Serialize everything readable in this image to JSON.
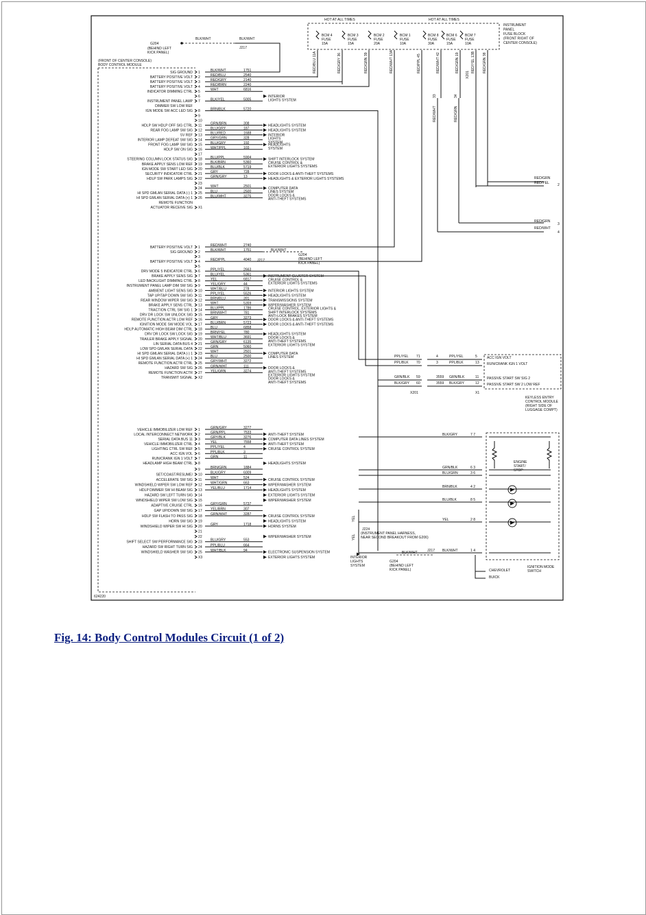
{
  "figure": {
    "caption": "Fig. 14: Body Control Modules Circuit (1 of 2)",
    "code": "624220"
  },
  "top": {
    "hot_at_all_times": "HOT AT ALL TIMES",
    "fuses_left": [
      {
        "name": "BCM 4",
        "fuse": "FUSE",
        "amp": "15A"
      },
      {
        "name": "BCM 3",
        "fuse": "FUSE",
        "amp": "15A"
      },
      {
        "name": "BCM 2",
        "fuse": "FUSE",
        "amp": "20A"
      },
      {
        "name": "BCM 1",
        "fuse": "FUSE",
        "amp": "10A"
      }
    ],
    "fuses_right": [
      {
        "name": "BCM 8",
        "fuse": "FUSE",
        "amp": "30A"
      },
      {
        "name": "BCM 6",
        "fuse": "FUSE",
        "amp": "15A"
      },
      {
        "name": "BCM 7",
        "fuse": "FUSE",
        "amp": "10A"
      }
    ],
    "fuse_block": [
      "INSTRUMENT",
      "PANEL",
      "FUSE BLOCK",
      "(FRONT RIGHT OF",
      "CENTER CONSOLE)"
    ],
    "vertical_wires": [
      {
        "color": "RED/BLU",
        "num": "11A"
      },
      {
        "color": "RED/GRY",
        "num": "36"
      },
      {
        "color": "RED/GRN",
        "num": "39"
      },
      {
        "color": "RED/WHT",
        "num": "13A"
      },
      {
        "color": "RED/PPL",
        "num": "45"
      },
      {
        "color": "RED/WHT",
        "num": "42"
      },
      {
        "color": "RED/GRN",
        "num": "19"
      },
      {
        "color": "RED/YEL",
        "num": "13B"
      },
      {
        "color": "RED/GRN",
        "num": "38"
      }
    ],
    "x201_wires": [
      {
        "pin": "33",
        "color": "RED/WHT"
      },
      {
        "pin": "34",
        "color": "RED/GRN"
      }
    ],
    "x201": "X201"
  },
  "ground_top": {
    "label": "G204",
    "location": [
      "(BEHIND LEFT",
      "KICK PANEL)"
    ],
    "wire1": "BLK/WHT",
    "wire2": "BLK/WHT",
    "splice": "J217"
  },
  "bcm": {
    "label1": "(FRONT OF CENTER CONSOLE)",
    "label2": "BODY CONTROL MODULE"
  },
  "right_outputs": [
    {
      "color": "RED/GRN",
      "pin": ""
    },
    {
      "color": "RED/YEL",
      "pin": "2"
    },
    {
      "color": "RED/GRN",
      "pin": "3"
    },
    {
      "color": "RED/WHT",
      "pin": "4"
    }
  ],
  "rows": [
    {
      "label": "SIG GROUND",
      "pin": "1",
      "color": "BLK/WHT",
      "circuit": "1751"
    },
    {
      "label": "BATTERY POSITIVE VOLT",
      "pin": "2",
      "color": "RED/BLU",
      "circuit": "2540"
    },
    {
      "label": "BATTERY POSITIVE VOLT",
      "pin": "3",
      "color": "RED/GRY",
      "circuit": "2140"
    },
    {
      "label": "BATTERY POSITIVE VOLT",
      "pin": "4",
      "color": "RED/BRN",
      "circuit": "2240"
    },
    {
      "label": "INDICATOR DIMMING CTRL",
      "pin": "5",
      "color": "WHT",
      "circuit": "6816"
    },
    {
      "label": "",
      "pin": "6",
      "color": "",
      "circuit": ""
    },
    {
      "label": "INSTRUMENT PANEL LAMP",
      "pin": "7",
      "color": "BLK/YEL",
      "circuit": "5005"
    },
    {
      "label": "DIMMER SW LOW REF",
      "pin": "",
      "color": "",
      "circuit": ""
    },
    {
      "label": "IGN MODE SW ACC LED SIG",
      "pin": "8",
      "color": "BRN/BLK",
      "circuit": "5720"
    },
    {
      "label": "",
      "pin": "9",
      "color": "",
      "circuit": ""
    },
    {
      "label": "",
      "pin": "10",
      "color": "",
      "circuit": ""
    },
    {
      "label": "HDLP SW HDLP OFF SIG CTRL",
      "pin": "11",
      "color": "GRN/BRN",
      "circuit": "308"
    },
    {
      "label": "REAR FOG LAMP SW SIG",
      "pin": "12",
      "color": "BLU/GRY",
      "circuit": "187"
    },
    {
      "label": "5V REF",
      "pin": "13",
      "color": "BLU/RED",
      "circuit": "1688"
    },
    {
      "label": "INTERIOR LAMP DEFEAT SW SIG",
      "pin": "14",
      "color": "GRY/GRN",
      "circuit": "328"
    },
    {
      "label": "FRONT FOG LAMP SW SIG",
      "pin": "15",
      "color": "BLU/GRY",
      "circuit": "192"
    },
    {
      "label": "HDLP SW ON SIG",
      "pin": "16",
      "color": "WHT/PPL",
      "circuit": "103"
    },
    {
      "label": "",
      "pin": "17",
      "color": "",
      "circuit": ""
    },
    {
      "label": "STEERING COLUMN LOCK STATUS SIG",
      "pin": "18",
      "color": "BLU/PPL",
      "circuit": "5904"
    },
    {
      "label": "BRAKE APPLY SENS LOW REF",
      "pin": "19",
      "color": "BLK/BRN",
      "circuit": "5360"
    },
    {
      "label": "IGN MODE SW START LED SIG",
      "pin": "20",
      "color": "BLU/BLK",
      "circuit": "5719"
    },
    {
      "label": "SECURITY INDICATOR CTRL",
      "pin": "21",
      "color": "GRY",
      "circuit": "728"
    },
    {
      "label": "HDLP SW PARK LAMPS SIG",
      "pin": "22",
      "color": "GRN/GRY",
      "circuit": "13"
    },
    {
      "label": "",
      "pin": "23",
      "color": "",
      "circuit": ""
    },
    {
      "label": "",
      "pin": "24",
      "color": "WHT",
      "circuit": "2501"
    },
    {
      "label": "HI SPD GMLAN SERIAL DATA (-) 1",
      "pin": "25",
      "color": "BLU",
      "circuit": "2500"
    },
    {
      "label": "HI SPD GMLAN SERIAL DATA (+) 1",
      "pin": "26",
      "color": "BLU/WHT",
      "circuit": "3275"
    },
    {
      "label": "REMOTE FUNCTION",
      "pin": "",
      "color": "",
      "circuit": ""
    },
    {
      "label": "ACTUATOR RECEIVE SIG",
      "pin": "X1",
      "color": "",
      "circuit": ""
    },
    {
      "label": "BATTERY POSITIVE VOLT",
      "pin": "1",
      "color": "RED/WHT",
      "circuit": "2740"
    },
    {
      "label": "SIG GROUND",
      "pin": "2",
      "color": "BLK/WHT",
      "circuit": "1751"
    },
    {
      "label": "",
      "pin": "3",
      "color": "",
      "circuit": ""
    },
    {
      "label": "BATTERY POSITIVE VOLT",
      "pin": "4",
      "color": "RED/PPL",
      "circuit": "4040"
    },
    {
      "label": "",
      "pin": "5",
      "color": "",
      "circuit": ""
    },
    {
      "label": "DRV MODE 5 INDICATOR CTRL",
      "pin": "6",
      "color": "PPL/YEL",
      "circuit": "2663"
    },
    {
      "label": "BRAKE APPLY SENS SIG",
      "pin": "7",
      "color": "BLU/YEL",
      "circuit": "5361"
    },
    {
      "label": "LED BACKLIGHT DIMMING CTRL",
      "pin": "8",
      "color": "YEL",
      "circuit": "6817"
    },
    {
      "label": "INSTRUMENT PANEL LAMP DIM SW SIG",
      "pin": "9",
      "color": "YEL/GRY",
      "circuit": "44"
    },
    {
      "label": "AMBIENT LIGHT SENS SIG",
      "pin": "10",
      "color": "WHT/BLU",
      "circuit": "278"
    },
    {
      "label": "TAP UP/TAP DOWN SW SIG",
      "pin": "11",
      "color": "PPL/YEL",
      "circuit": "5526"
    },
    {
      "label": "REAR WINDOW WIPER SW SIG",
      "pin": "12",
      "color": "BRN/BLU",
      "circuit": "391"
    },
    {
      "label": "BRAKE APPLY SENS CTRL",
      "pin": "13",
      "color": "WHT",
      "circuit": "5359"
    },
    {
      "label": "TRACTION CTRL SW SIG 1",
      "pin": "14",
      "color": "BLU/PPL",
      "circuit": "1786"
    },
    {
      "label": "DRV DR LOCK SW UNLOCK SIG",
      "pin": "15",
      "color": "BRN/WHT",
      "circuit": "781"
    },
    {
      "label": "REMOTE FUNCTION ACTR LOW REF",
      "pin": "16",
      "color": "GRY",
      "circuit": "3273"
    },
    {
      "label": "IGNITION MODE SW MODE VOL",
      "pin": "17",
      "color": "BLU/BRN",
      "circuit": "5723"
    },
    {
      "label": "HDLP AUTOMATIC HIGH BEAM DIM CTRL",
      "pin": "18",
      "color": "BLU",
      "circuit": "6858"
    },
    {
      "label": "DRV DR LOCK SW LOCK SIG",
      "pin": "19",
      "color": "BRN/YEL",
      "circuit": "780"
    },
    {
      "label": "TRAILER BRAKE APPLY SIGNAL",
      "pin": "20",
      "color": "WHT/BLU",
      "circuit": "3691"
    },
    {
      "label": "LIN SERIAL DATA BUS 4",
      "pin": "21",
      "color": "GRN/GRY",
      "circuit": "6135"
    },
    {
      "label": "LOW SPD GMLAN SERIAL DATA",
      "pin": "22",
      "color": "GRN",
      "circuit": "5060"
    },
    {
      "label": "HI SPD GMLAN SERIAL DATA (-) 1",
      "pin": "23",
      "color": "WHT",
      "circuit": "2501"
    },
    {
      "label": "HI SPD GMLAN SERIAL DATA (+) 1",
      "pin": "24",
      "color": "BLU",
      "circuit": "2500"
    },
    {
      "label": "REMOTE FUNCTION ACTR CTRL",
      "pin": "25",
      "color": "GRY/WHT",
      "circuit": "3272"
    },
    {
      "label": "HAZARD SW SIG",
      "pin": "26",
      "color": "GRN/WHT",
      "circuit": "111"
    },
    {
      "label": "REMOTE FUNCTION ACTR",
      "pin": "27",
      "color": "YEL/GRN",
      "circuit": "3274"
    },
    {
      "label": "TRANSMIT SIGNAL",
      "pin": "X2",
      "color": "",
      "circuit": ""
    },
    {
      "label": "VEHICLE IMMOBILIZER LOW REF",
      "pin": "1",
      "color": "GRN/GRY",
      "circuit": "3277"
    },
    {
      "label": "LOCAL INTERCONNECT NETWORK",
      "pin": "2",
      "color": "GRN/PPL",
      "circuit": "7533"
    },
    {
      "label": "SERIAL DATA BUS 11",
      "pin": "3",
      "color": "GRY/BLK",
      "circuit": "3276"
    },
    {
      "label": "VEHICLE IMMOBILIZER CTRL",
      "pin": "4",
      "color": "YEL",
      "circuit": "7558"
    },
    {
      "label": "LIGHTING CTRL SW REF",
      "pin": "5",
      "color": "PPL/YEL",
      "circuit": "4"
    },
    {
      "label": "ACC IGN VOL",
      "pin": "6",
      "color": "PPL/BLK",
      "circuit": "3"
    },
    {
      "label": "RUN/CRANK IGN 1 VOLT",
      "pin": "7",
      "color": "GRN",
      "circuit": "11"
    },
    {
      "label": "HEADLAMP HIGH BEAM CTRL",
      "pin": "8",
      "color": "",
      "circuit": ""
    },
    {
      "label": "",
      "pin": "9",
      "color": "BRN/GRN",
      "circuit": "1884"
    },
    {
      "label": "SET/COAST/RESUME/",
      "pin": "10",
      "color": "BLK/GRY",
      "circuit": "6009"
    },
    {
      "label": "ACCELERATE SW SIG",
      "pin": "11",
      "color": "WHT",
      "circuit": "524"
    },
    {
      "label": "WINDSHIELD WIPER SW LOW REF",
      "pin": "12",
      "color": "WHT/GRN",
      "circuit": "663"
    },
    {
      "label": "HDLP DIMMER SW HI BEAM SIG",
      "pin": "13",
      "color": "YEL/BLU",
      "circuit": "1714"
    },
    {
      "label": "HAZARD SW LEFT TURN SIG",
      "pin": "14",
      "color": "",
      "circuit": ""
    },
    {
      "label": "WINDSHIELD WIPER SW LOW SIG",
      "pin": "15",
      "color": "",
      "circuit": ""
    },
    {
      "label": "ADAPTIVE CRUISE CTRL",
      "pin": "16",
      "color": "GRY/GRN",
      "circuit": "5737"
    },
    {
      "label": "GAP UP/DOWN SW SIG",
      "pin": "17",
      "color": "YEL/BRN",
      "circuit": "307"
    },
    {
      "label": "HDLP SW FLASH TO PASS SIG",
      "pin": "18",
      "color": "GRN/WHT",
      "circuit": "3287"
    },
    {
      "label": "HORN SW SIG",
      "pin": "19",
      "color": "",
      "circuit": ""
    },
    {
      "label": "WINDSHIELD WIPER SW HI SIG",
      "pin": "20",
      "color": "GRY",
      "circuit": "1718"
    },
    {
      "label": "",
      "pin": "21",
      "color": "",
      "circuit": ""
    },
    {
      "label": "",
      "pin": "22",
      "color": "",
      "circuit": ""
    },
    {
      "label": "SHIFT SELECT SW PERFORMANCE SIG",
      "pin": "23",
      "color": "BLU/GRY",
      "circuit": "553"
    },
    {
      "label": "HAZARD SW RIGHT TURN SIG",
      "pin": "24",
      "color": "PPL/BLU",
      "circuit": "664"
    },
    {
      "label": "WINDSHIELD WASHER SW SIG",
      "pin": "25",
      "color": "WHT/BLK",
      "circuit": "94"
    },
    {
      "label": "",
      "pin": "X3",
      "color": "",
      "circuit": ""
    }
  ],
  "destinations": [
    {
      "row": 5,
      "lines": [
        "INTERIOR",
        "LIGHTS SYSTEM"
      ]
    },
    {
      "row": 11,
      "lines": [
        "HEADLIGHTS SYSTEM"
      ]
    },
    {
      "row": 12,
      "lines": [
        "HEADLIGHTS SYSTEM"
      ]
    },
    {
      "row": 13,
      "lines": [
        "INTERIOR",
        "LIGHTS",
        "SYSTEM"
      ]
    },
    {
      "row": 15,
      "lines": [
        "HEADLIGHTS",
        "SYSTEM"
      ]
    },
    {
      "row": 18,
      "lines": [
        "SHIFT INTERLOCK SYSTEM",
        "CRUISE CONTROL &",
        "EXTERIOR LIGHTS SYSTEMS"
      ]
    },
    {
      "row": 21,
      "lines": [
        "DOOR LOCKS & ANTI-THEFT SYSTEMS"
      ]
    },
    {
      "row": 22,
      "lines": [
        "HEADLIGHTS & EXTERIOR LIGHTS SYSTEMS"
      ]
    },
    {
      "row": 24,
      "lines": [
        "COMPUTER DATA",
        "LINES SYSTEM",
        "DOOR LOCKS &",
        "ANTI-THEFT SYSTEMS"
      ]
    },
    {
      "row": 35,
      "lines": [
        "INSTRUMENT CLUSTER SYSTEM",
        "CRUISE CONTROL &",
        "EXTERIOR LIGHTS SYSTEMS"
      ]
    },
    {
      "row": 38,
      "lines": [
        "INTERIOR LIGHTS SYSTEM"
      ]
    },
    {
      "row": 39,
      "lines": [
        "HEADLIGHTS SYSTEM"
      ]
    },
    {
      "row": 40,
      "lines": [
        "TRANSMISSIONS SYSTEM"
      ]
    },
    {
      "row": 41,
      "lines": [
        "WIPER/WASHER SYSTEM",
        "CRUISE CONTROL, EXTERIOR LIGHTS &",
        "SHIFT INTERLOCK SYSTEMS",
        "ANTI-LOCK BRAKES SYSTEM"
      ]
    },
    {
      "row": 44,
      "lines": [
        "DOOR LOCKS & ANTI-THEFT SYSTEMS"
      ]
    },
    {
      "row": 45,
      "lines": [
        "DOOR LOCKS & ANTI-THEFT SYSTEMS"
      ]
    },
    {
      "row": 47,
      "lines": [
        "HEADLIGHTS SYSTEM",
        "DOOR LOCKS &",
        "ANTI-THEFT SYSTEMS",
        "EXTERIOR LIGHTS SYSTEM"
      ]
    },
    {
      "row": 51,
      "lines": [
        "COMPUTER DATA",
        "LINES SYSTEM"
      ]
    },
    {
      "row": 54,
      "lines": [
        "DOOR LOCKS &",
        "ANTI-THEFT SYSTEMS",
        "EXTERIOR LIGHTS SYSTEM",
        "DOOR LOCKS &",
        "ANTI-THEFT SYSTEMS"
      ]
    },
    {
      "row": 58,
      "lines": [
        "ANTI-THEFT SYSTEM"
      ]
    },
    {
      "row": 59,
      "lines": [
        "COMPUTER DATA LINES SYSTEM"
      ]
    },
    {
      "row": 60,
      "lines": [
        "ANTI-THEFT SYSTEM"
      ]
    },
    {
      "row": 61,
      "lines": [
        "CRUISE CONTROL SYSTEM"
      ]
    },
    {
      "row": 64,
      "lines": [
        "HEADLIGHTS SYSTEM"
      ]
    },
    {
      "row": 67,
      "lines": [
        "CRUISE CONTROL SYSTEM"
      ]
    },
    {
      "row": 68,
      "lines": [
        "WIPER/WASHER SYSTEM"
      ]
    },
    {
      "row": 69,
      "lines": [
        "HEADLIGHTS SYSTEM"
      ]
    },
    {
      "row": 70,
      "lines": [
        "EXTERIOR LIGHTS SYSTEM"
      ]
    },
    {
      "row": 71,
      "lines": [
        "WIPER/WASHER SYSTEM"
      ]
    },
    {
      "row": 74,
      "lines": [
        "CRUISE CONTROL SYSTEM"
      ]
    },
    {
      "row": 75,
      "lines": [
        "HEADLIGHTS SYSTEM"
      ]
    },
    {
      "row": 76,
      "lines": [
        "HORNS SYSTEM"
      ]
    },
    {
      "row": 78,
      "lines": [
        "WIPER/WASHER SYSTEM"
      ]
    },
    {
      "row": 81,
      "lines": [
        "ELECTRONIC SUSPENSION SYSTEM"
      ]
    },
    {
      "row": 82,
      "lines": [
        "EXTERIOR LIGHTS SYSTEM"
      ]
    },
    {
      "row": 83,
      "lines": [
        "WIPER/WASHER SYSTEM"
      ]
    }
  ],
  "ground_mid": {
    "wire": "BLK/WHT",
    "label": "G204",
    "location": [
      "(BEHIND LEFT",
      "KICK PANEL)"
    ],
    "splice": "J217"
  },
  "ignition_switch": {
    "pin_rows": [
      {
        "color": "PPL/YEL",
        "pin": "71",
        "pin2": "4",
        "color2": "PPL/YEL",
        "pin3": "5",
        "label": "ACC IGN VOLT"
      },
      {
        "color": "PPL/BLK",
        "pin": "70",
        "pin2": "3",
        "color2": "PPL/BLK",
        "pin3": "13",
        "label": "RUN/CRANK IGN 1 VOLT"
      },
      {
        "color": "GRN/BLK",
        "pin": "59",
        "pin2": "3559",
        "color2": "GRN/BLK",
        "pin3": "11",
        "label": "PASSIVE START SW SIG 2"
      },
      {
        "color": "BLK/GRY",
        "pin": "60",
        "pin2": "3559",
        "color2": "BLK/GRY",
        "pin3": "12",
        "label": "PASSIVE START SW 2 LOW REF"
      }
    ],
    "x201": "X201",
    "x1": "X1",
    "keyless": [
      "KEYLESS ENTRY",
      "CONTROL MODULE",
      "(RIGHT SIDE OF",
      "LUGGAGE COMPT)"
    ],
    "switch_wires": [
      {
        "color": "BLK/GRY",
        "pins": "7  7"
      },
      {
        "color": "GRN/BLK",
        "pins": "6  3"
      },
      {
        "color": "BLU/GRN",
        "pins": "3  6"
      },
      {
        "color": "BRN/BLK",
        "pins": "4  2"
      },
      {
        "color": "BLU/BLK",
        "pins": "8  5"
      },
      {
        "color": "YEL",
        "pins": "2  8"
      },
      {
        "color": "BLK/WHT",
        "pins": "1  4"
      }
    ],
    "engine_label": [
      "ENGINE",
      "START/",
      "STOP"
    ],
    "name": [
      "IGNITION MODE",
      "SWITCH"
    ],
    "variant1": "CHEVROLET",
    "variant2": "BUICK",
    "yel_label": "YEL",
    "j224": "J224",
    "j224_desc": [
      "(INSTRUMENT PANEL HARNESS,",
      "NEAR SECOND BREAKOUT FROM G206)"
    ],
    "interior": [
      "INTERIOR",
      "LIGHTS",
      "SYSTEM"
    ],
    "ground": "G204",
    "ground_loc": [
      "(BEHIND LEFT",
      "KICK PANEL)"
    ],
    "splice": "J217"
  }
}
